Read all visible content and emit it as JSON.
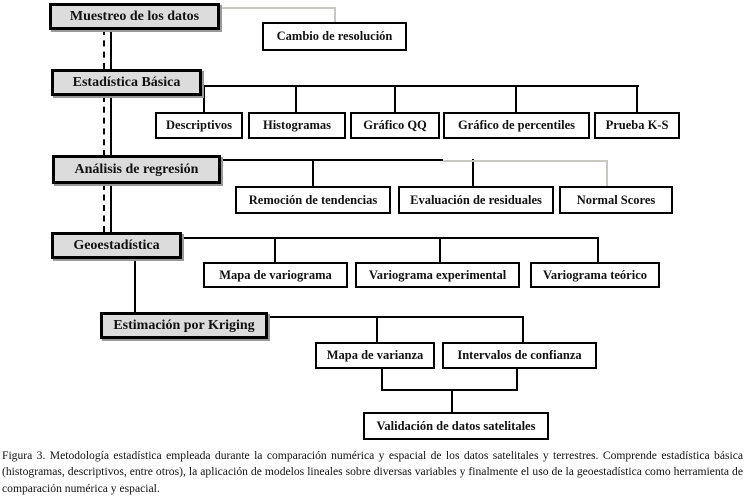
{
  "colors": {
    "stage_fill": "#dcdcdc",
    "line": "#000000",
    "faint_line": "#c9c7c2"
  },
  "nodes": {
    "muestreo": "Muestreo de los datos",
    "cambio_resolucion": "Cambio de resolución",
    "estadistica_basica": "Estadística Básica",
    "descriptivos": "Descriptivos",
    "histogramas": "Histogramas",
    "grafico_qq": "Gráfico QQ",
    "grafico_percentiles": "Gráfico de percentiles",
    "prueba_ks": "Prueba K-S",
    "analisis_regresion": "Análisis de regresión",
    "remocion_tendencias": "Remoción de tendencias",
    "evaluacion_residuales": "Evaluación de residuales",
    "normal_scores": "Normal Scores",
    "geoestadistica": "Geoestadística",
    "mapa_variograma": "Mapa de variograma",
    "variograma_experimental": "Variograma experimental",
    "variograma_teorico": "Variograma teórico",
    "estimacion_kriging": "Estimación por Kriging",
    "mapa_varianza": "Mapa de varianza",
    "intervalos_confianza": "Intervalos de confianza",
    "validacion_satelitales": "Validación de datos satelitales"
  },
  "figure": {
    "caption": "Figura 3. Metodología estadística empleada durante la comparación numérica y espacial de los datos satelitales y terrestres. Comprende estadística básica (histogramas, descriptivos, entre otros), la aplicación de modelos lineales sobre diversas variables y finalmente el uso de la geoestadística como herramienta de comparación numérica y espacial."
  }
}
